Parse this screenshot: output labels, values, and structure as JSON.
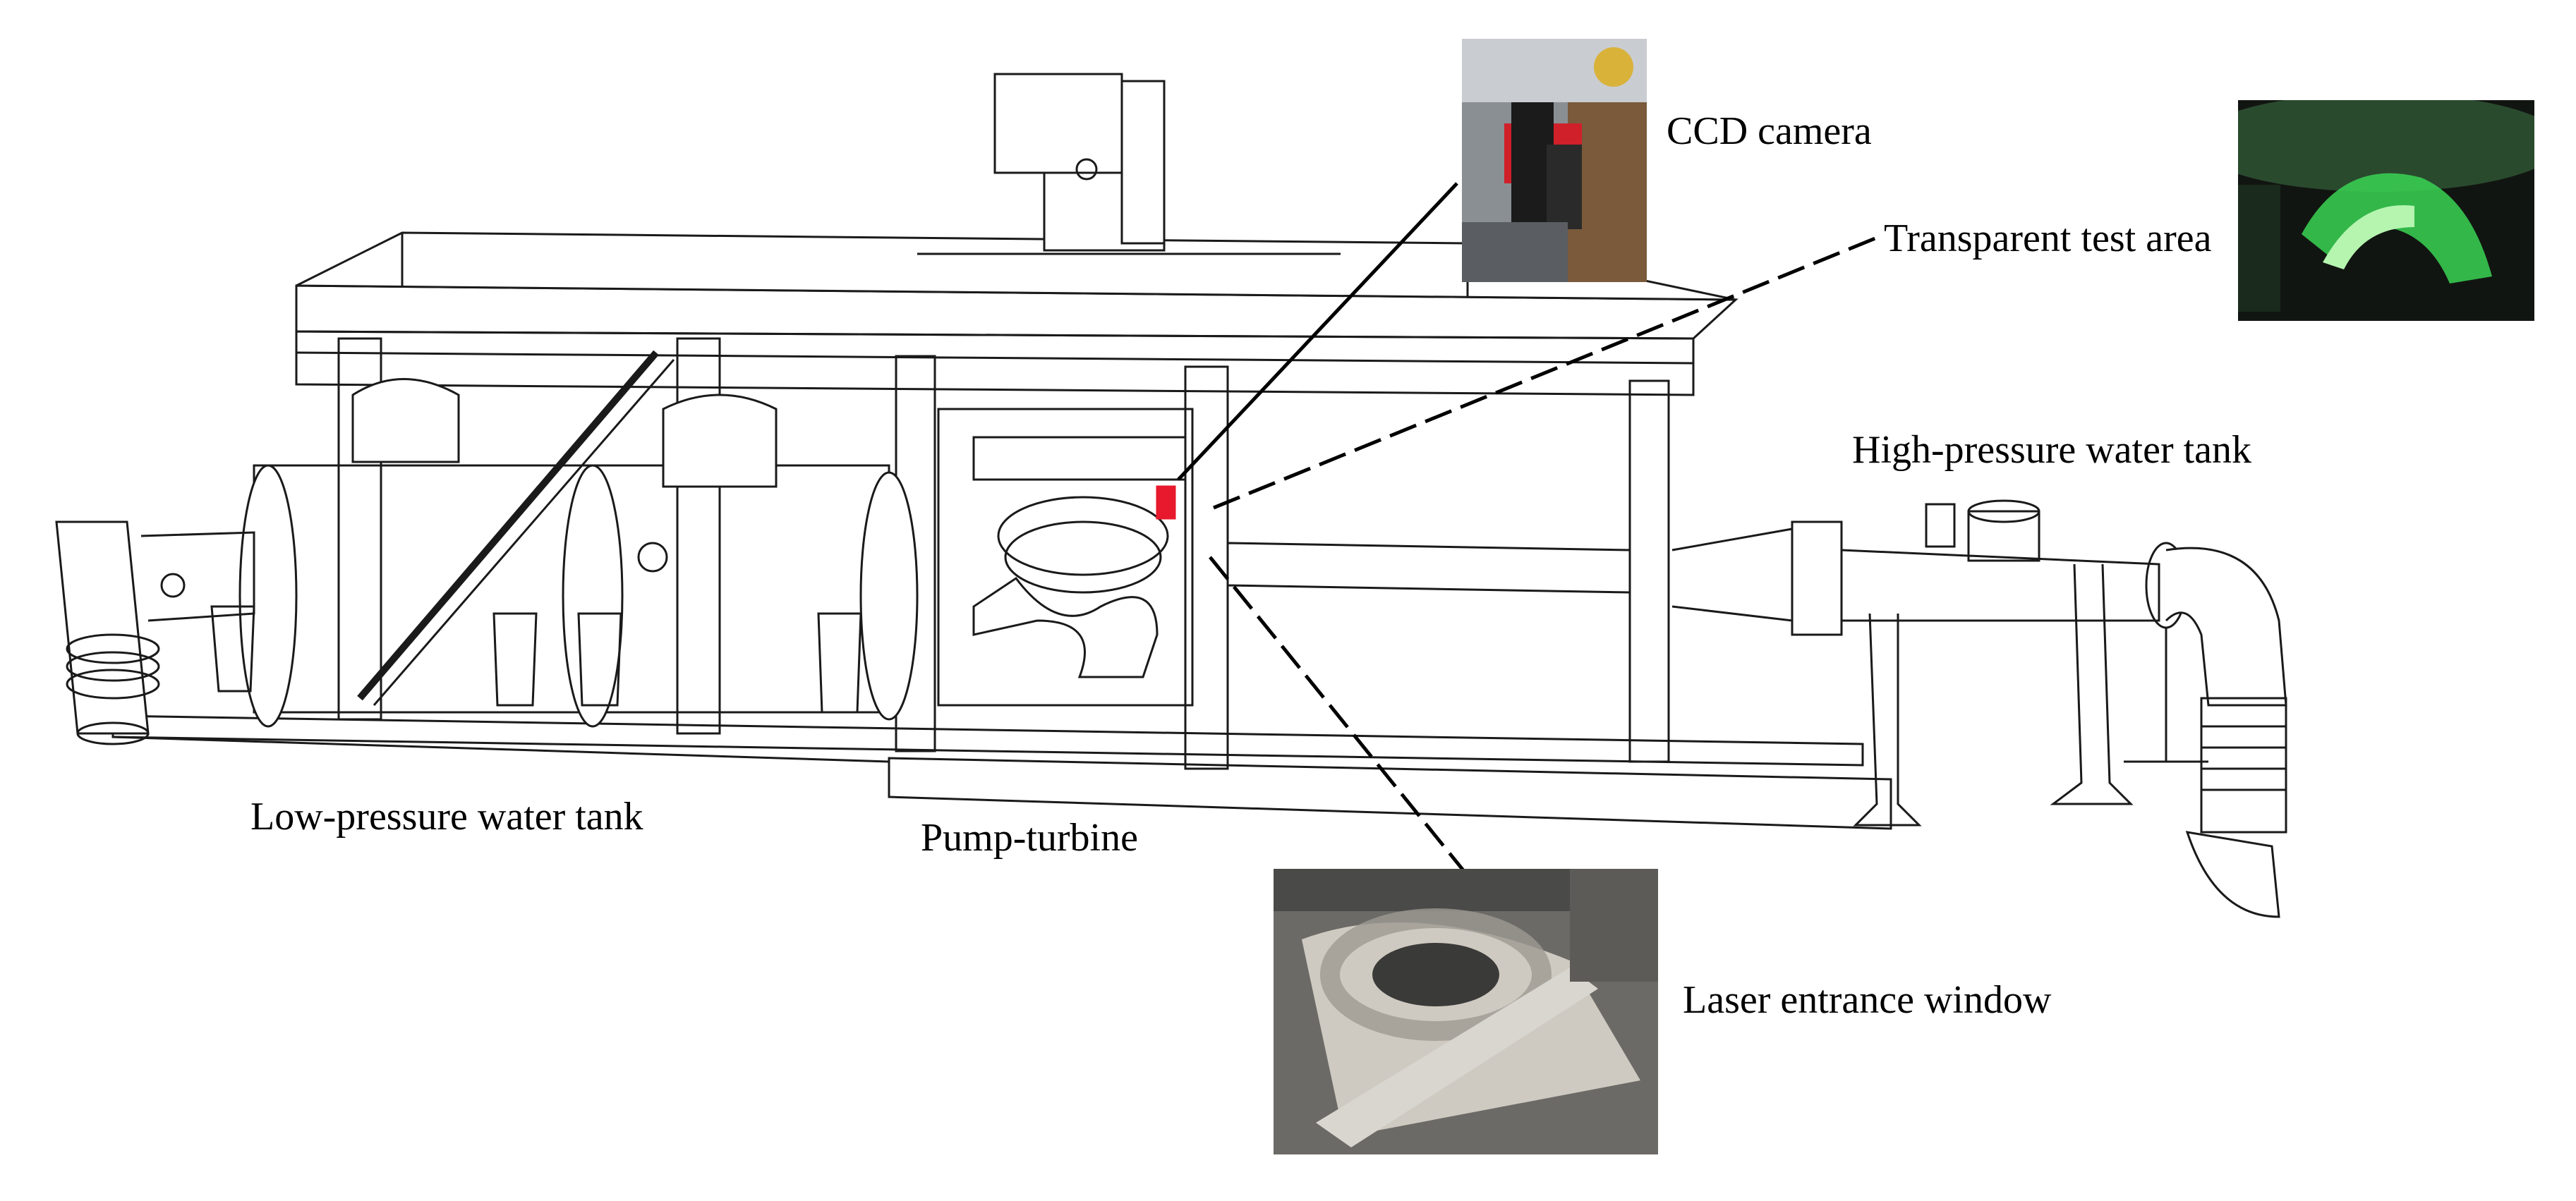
{
  "labels": {
    "ccd_camera": "CCD camera",
    "transparent_test_area": "Transparent test area",
    "high_pressure_tank": "High-pressure water tank",
    "low_pressure_tank": "Low-pressure water tank",
    "pump_turbine": "Pump-turbine",
    "laser_window": "Laser entrance window"
  },
  "colors": {
    "line": "#000000",
    "highlight": "#e8192c",
    "laser_green": "#39d353"
  }
}
